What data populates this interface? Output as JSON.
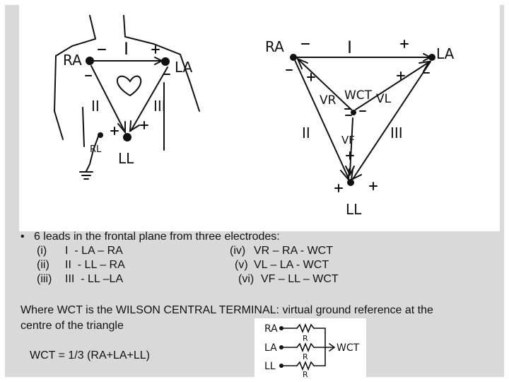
{
  "slide": {
    "bullet_marker": "•",
    "bullet_text": "6 leads in the frontal plane from three electrodes:",
    "leads": [
      {
        "num": "(i)",
        "def": "I  - LA – RA"
      },
      {
        "num": "(ii)",
        "def": "II  - LL – RA"
      },
      {
        "num": "(iii)",
        "def": "III  - LL –LA"
      },
      {
        "num": "(iv)",
        "def": "VR – RA - WCT"
      },
      {
        "num": "(v)",
        "def": "VL – LA - WCT"
      },
      {
        "num": "(vi)",
        "def": "VF – LL – WCT"
      }
    ],
    "wct_line1": "Where WCT is the WILSON CENTRAL TERMINAL: virtual ground reference at the",
    "wct_line2": "centre of the triangle",
    "wct_formula": "WCT = 1/3 (RA+LA+LL)"
  },
  "figure_left": {
    "labels": {
      "ra": "RA",
      "la": "LA",
      "ll": "LL",
      "rl": "RL",
      "lead1": "I",
      "lead2": "II",
      "lead3": "III"
    }
  },
  "figure_right": {
    "labels": {
      "ra": "RA",
      "la": "LA",
      "ll": "LL",
      "lead1": "I",
      "lead2": "II",
      "lead3": "III",
      "wct": "WCT",
      "vr": "VR",
      "vl": "VL",
      "vf": "VF"
    }
  },
  "wct_circuit": {
    "labels": {
      "ra": "RA",
      "la": "LA",
      "ll": "LL",
      "r": "R",
      "wct": "WCT"
    }
  }
}
